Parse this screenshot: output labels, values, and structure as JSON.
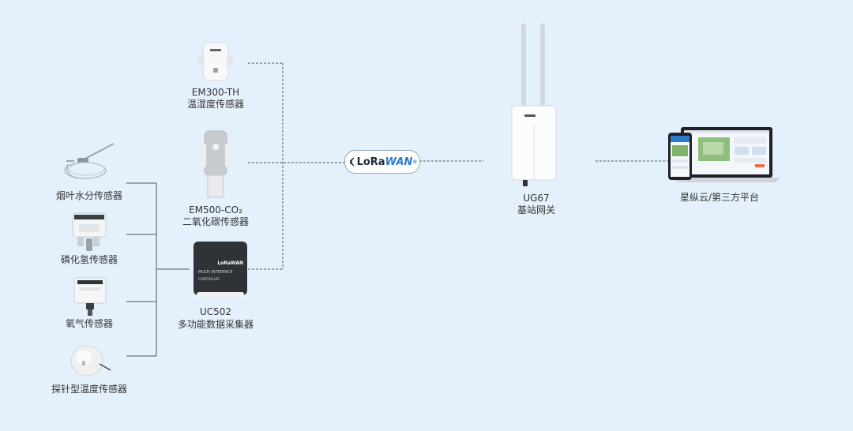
{
  "badge": {
    "lo_text": "LoRa",
    "wan_text": "WAN",
    "mark": "®"
  },
  "sensors": [
    {
      "name": "烟叶水分传感器",
      "icon": "probe-cable-sensor-icon"
    },
    {
      "name": "磷化氢传感器",
      "icon": "gas-sensor-box-icon"
    },
    {
      "name": "氧气传感器",
      "icon": "oxygen-sensor-box-icon"
    },
    {
      "name": "探针型温度传感器",
      "icon": "probe-temperature-sensor-icon"
    }
  ],
  "devices": [
    {
      "model": "EM300-TH",
      "desc": "温湿度传感器"
    },
    {
      "model": "EM500-CO₂",
      "desc": "二氧化碳传感器"
    },
    {
      "model": "UC502",
      "desc": "多功能数据采集器",
      "face_text_1": "LoRaWAN",
      "face_text_2": "MULTI-INTERFACE",
      "face_text_3": "CONTROLLER"
    }
  ],
  "gateway": {
    "model": "UG67",
    "desc": "基站网关"
  },
  "platform": {
    "name": "星纵云/第三方平台"
  },
  "colors": {
    "background": "#e4f1fc",
    "line": "#5a5a5a",
    "accent": "#2a7ac9"
  }
}
